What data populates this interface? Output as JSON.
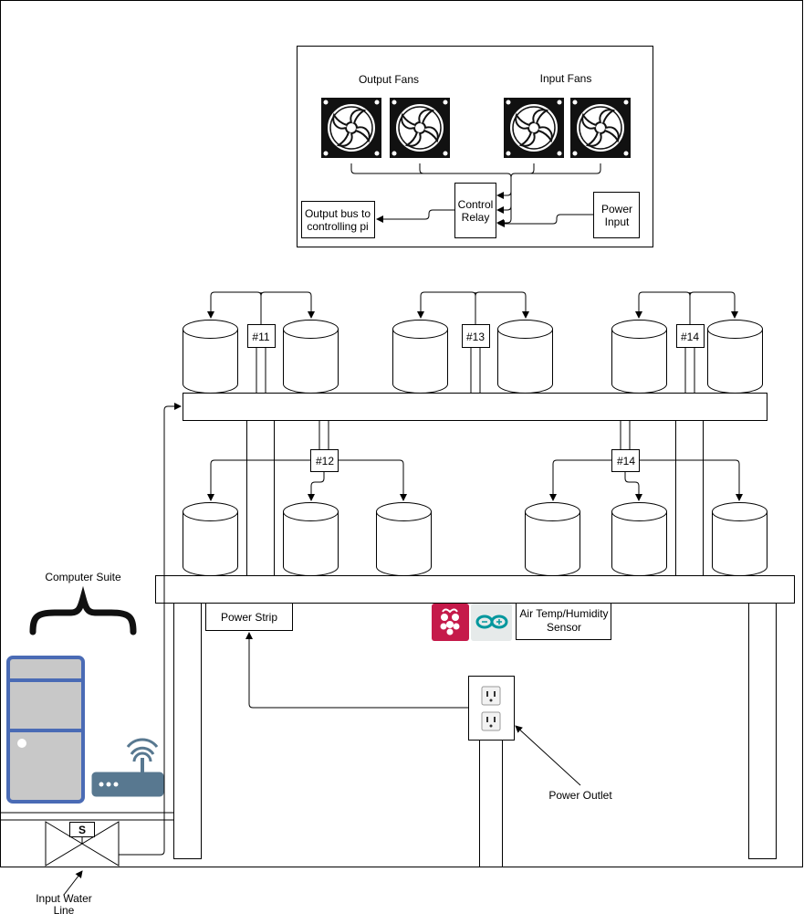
{
  "fan_panel": {
    "output_fans_label": "Output Fans",
    "input_fans_label": "Input Fans",
    "control_relay_label_1": "Control",
    "control_relay_label_2": "Relay",
    "output_bus_label_1": "Output bus to",
    "output_bus_label_2": "controlling pi",
    "power_input_label_1": "Power",
    "power_input_label_2": "Input"
  },
  "valves": {
    "v11": "#11",
    "v13": "#13",
    "v14_top": "#14",
    "v12": "#12",
    "v14_bottom": "#14"
  },
  "labels": {
    "computer_suite": "Computer Suite",
    "power_strip": "Power Strip",
    "air_sensor_1": "Air Temp/Humidity",
    "air_sensor_2": "Sensor",
    "power_outlet": "Power Outlet",
    "input_water_1": "Input Water",
    "input_water_2": "Line",
    "solenoid": "S"
  },
  "icons": {
    "fan": "fan-icon",
    "computer": "computer-tower-icon",
    "router": "wifi-router-icon",
    "raspberry_pi": "raspberry-pi-logo-icon",
    "arduino": "arduino-logo-icon",
    "outlet": "power-outlet-icon",
    "valve": "water-valve-icon",
    "brace": "curly-brace-icon"
  },
  "colors": {
    "computer_body": "#c8c8c8",
    "computer_frame": "#4a6bb5",
    "router_body": "#587890",
    "raspberry": "#c51a4a",
    "arduino": "#00979d"
  }
}
